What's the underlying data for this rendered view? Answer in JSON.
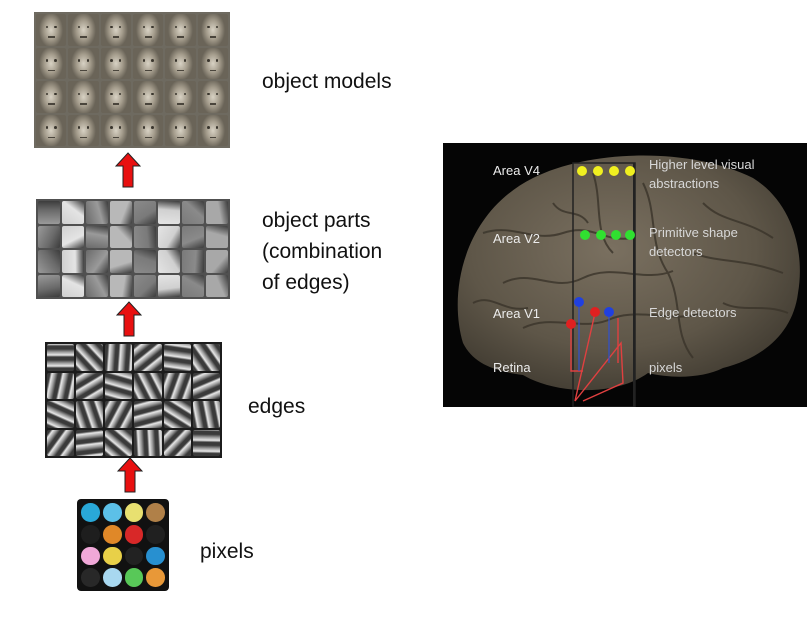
{
  "levels": [
    {
      "label_lines": [
        "object models"
      ]
    },
    {
      "label_lines": [
        "object parts",
        "(combination",
        "of edges)"
      ]
    },
    {
      "label_lines": [
        "edges"
      ]
    },
    {
      "label_lines": [
        "pixels"
      ]
    }
  ],
  "pixel_colors": [
    "#29a8d8",
    "#5cc0e8",
    "#e8e070",
    "#b08048",
    "#1e1e1e",
    "#e08828",
    "#d82828",
    "#202020",
    "#f0a8d8",
    "#e8d048",
    "#222222",
    "#2890d0",
    "#282828",
    "#a8d8f0",
    "#58c858",
    "#e89838"
  ],
  "brain": {
    "rows": [
      {
        "area": "Area V4",
        "description": [
          "Higher level visual",
          "abstractions"
        ],
        "dot_color": "#f0f020"
      },
      {
        "area": "Area V2",
        "description": [
          "Primitive shape",
          "detectors"
        ],
        "dot_color": "#30e030"
      },
      {
        "area": "Area V1",
        "description": [
          "Edge detectors"
        ],
        "dot_color": "#2040e0"
      },
      {
        "area": "Retina",
        "description": [
          "pixels"
        ],
        "dot_color": "#e02020"
      }
    ]
  },
  "colors": {
    "arrow": "#e81010",
    "arrow_outline": "#222222"
  }
}
